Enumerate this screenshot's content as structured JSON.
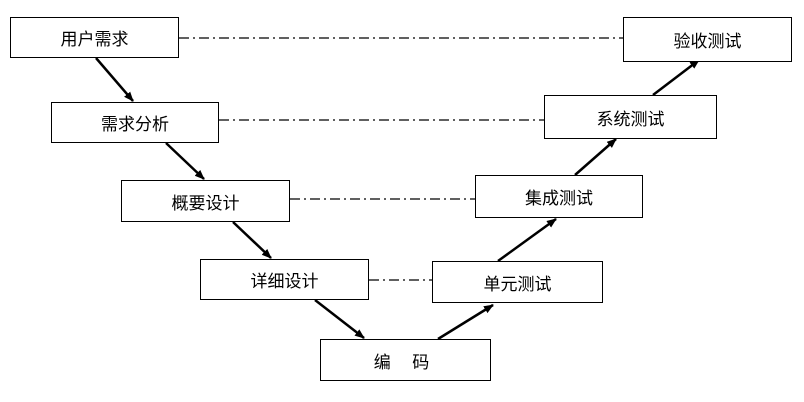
{
  "stages": {
    "user_requirements": "用户需求",
    "requirements_analysis": "需求分析",
    "high_level_design": "概要设计",
    "detailed_design": "详细设计",
    "coding": "编 码",
    "unit_testing": "单元测试",
    "integration_testing": "集成测试",
    "system_testing": "系统测试",
    "acceptance_testing": "验收测试"
  },
  "colors": {
    "line": "#000000",
    "box_border": "#000000",
    "background": "#ffffff"
  }
}
